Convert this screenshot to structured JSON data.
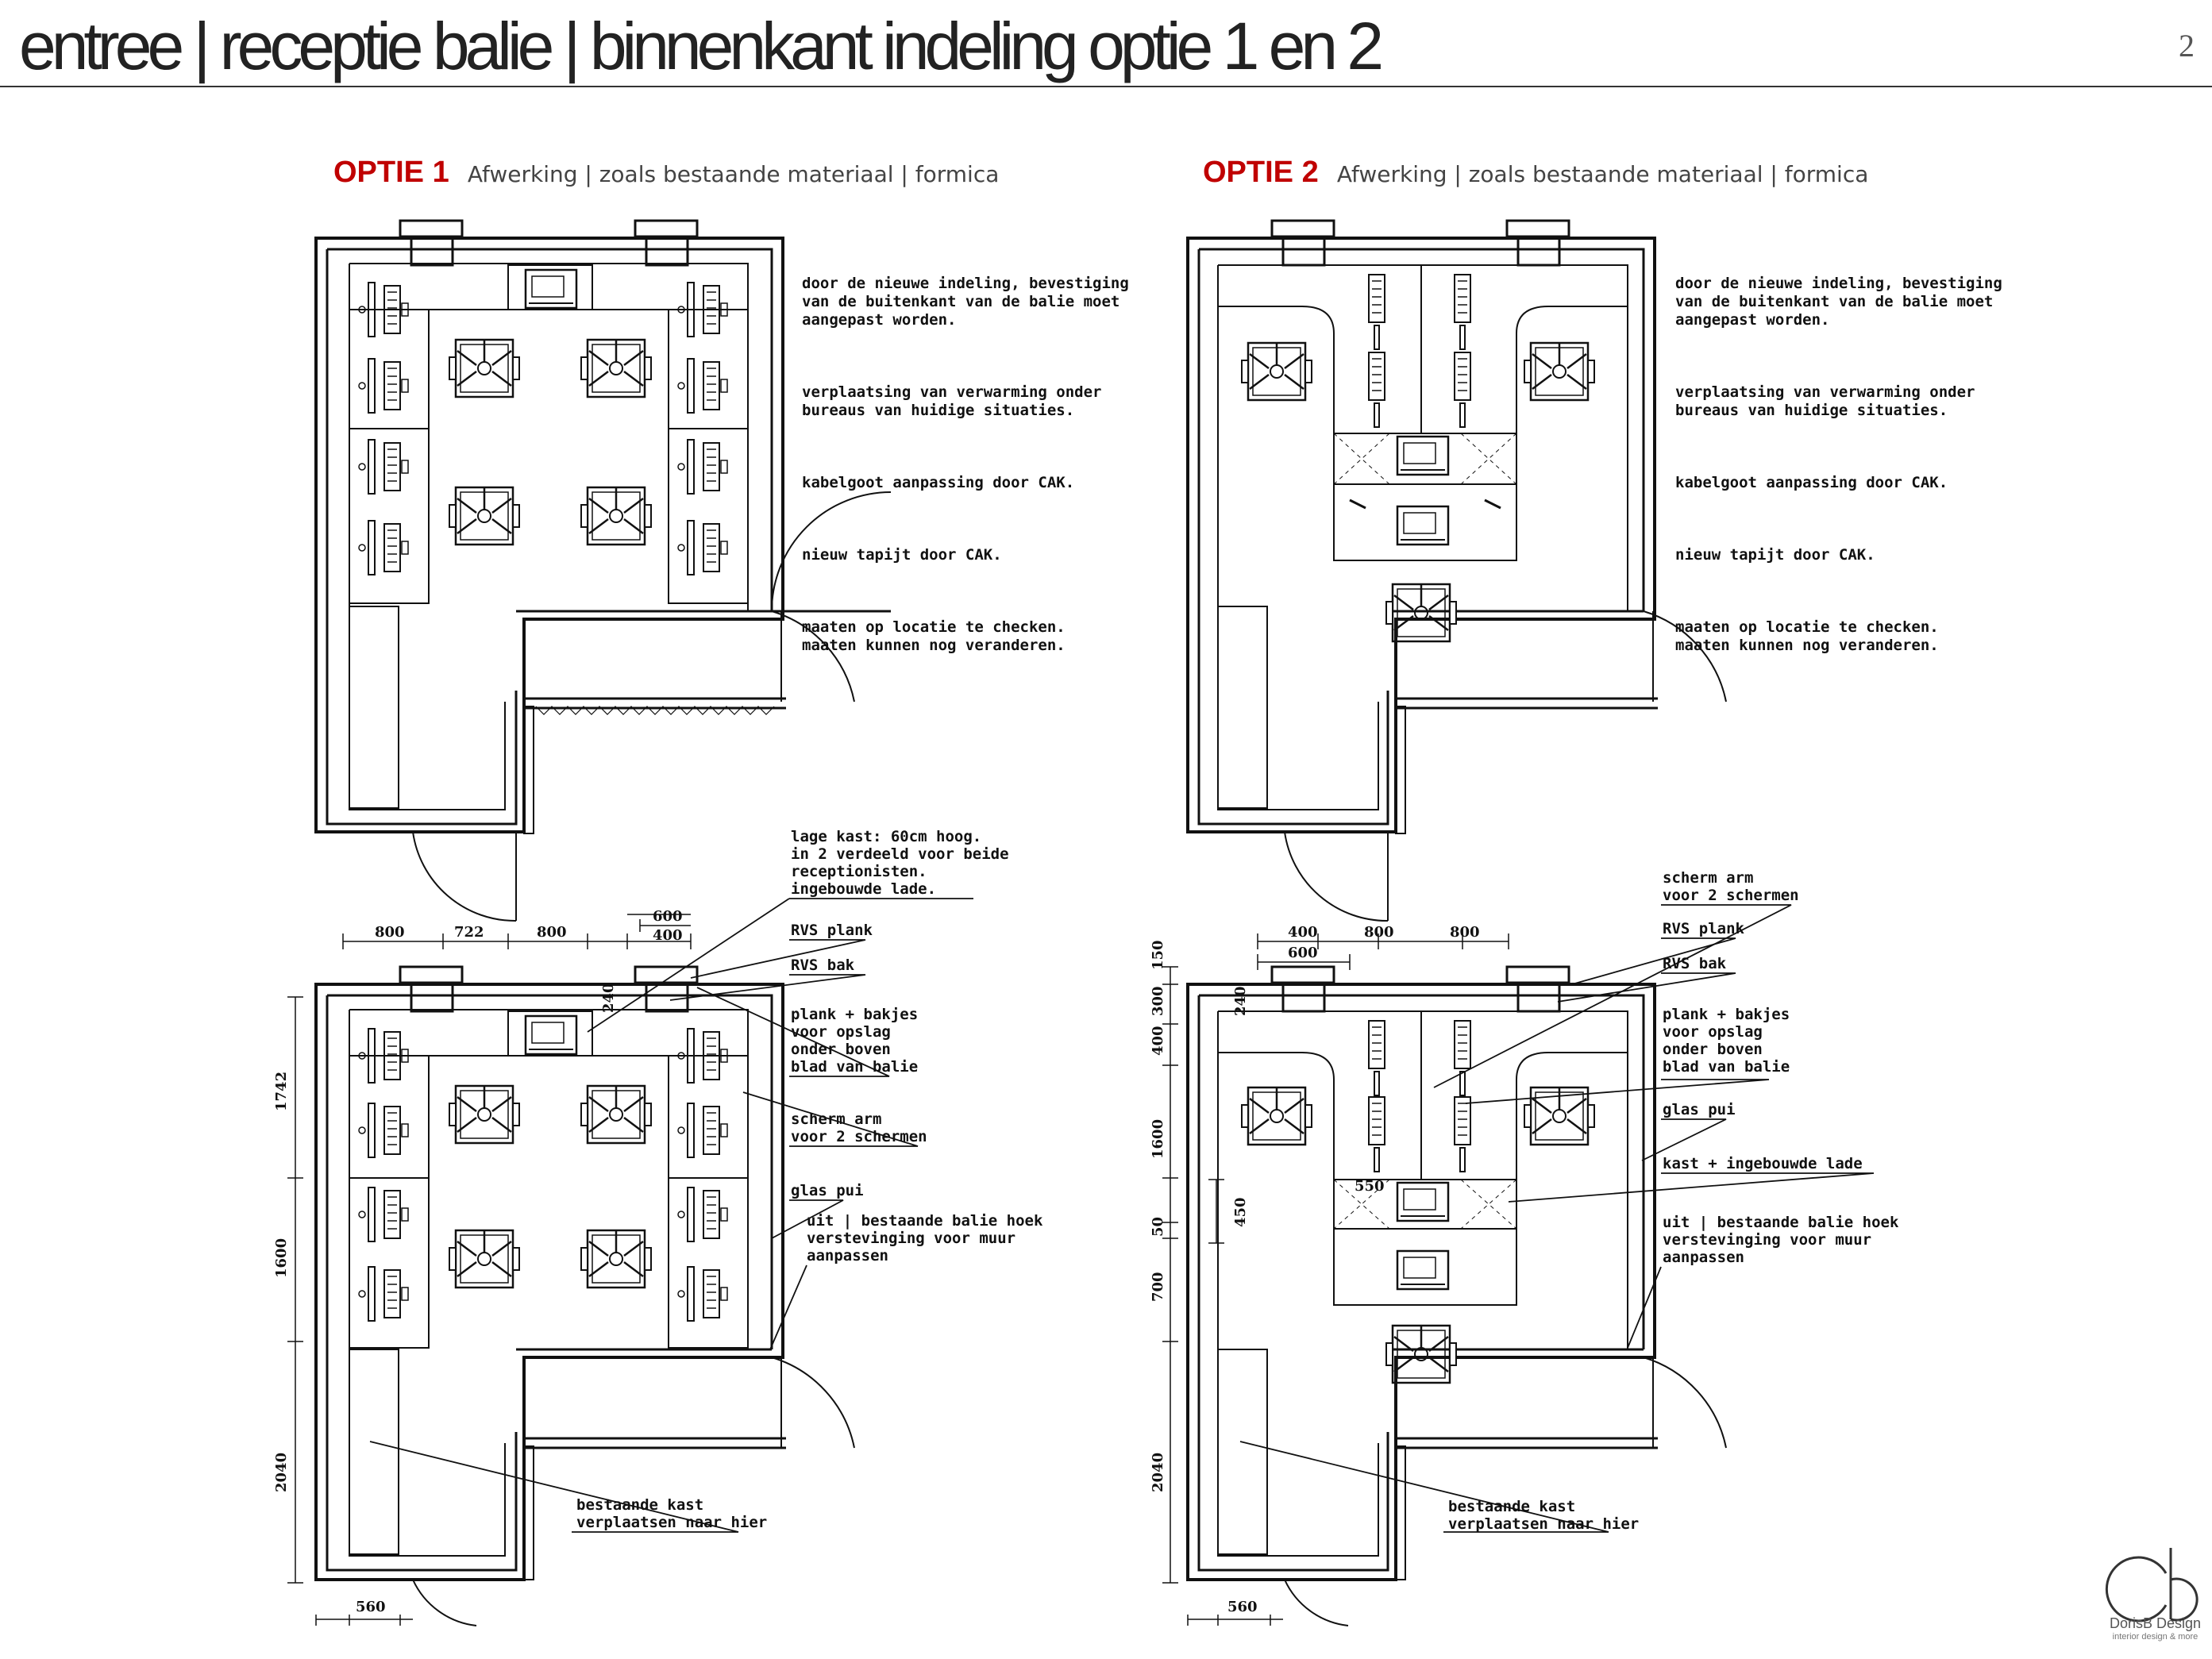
{
  "header": {
    "title": "entree | receptie balie | binnenkant indeling optie 1 en 2",
    "page_number": "2"
  },
  "options": [
    {
      "name": "OPTIE 1",
      "finish": "Afwerking | zoals bestaande materiaal | formica"
    },
    {
      "name": "OPTIE 2",
      "finish": "Afwerking | zoals bestaande materiaal | formica"
    }
  ],
  "notes": {
    "paragraphs": [
      "door de nieuwe indeling, bevestiging\nvan de buitenkant van de balie moet\naangepast worden.",
      "verplaatsing van verwarming onder\nbureaus van huidige situaties.",
      "kabelgoot aanpassing door CAK.",
      "nieuw tapijt door CAK.",
      "maaten op locatie te checken.\nmaaten kunnen nog veranderen."
    ]
  },
  "callouts_option1": {
    "lage_kast": [
      "lage kast: 60cm hoog.",
      "in 2 verdeeld voor beide",
      "receptionisten.",
      "ingebouwde lade."
    ],
    "rvs_plank": "RVS plank",
    "rvs_bak": "RVS bak",
    "plank_bakjes": [
      "plank + bakjes",
      "voor opslag",
      "onder boven",
      "blad van balie"
    ],
    "scherm_arm": [
      "scherm arm",
      "voor 2 schermen"
    ],
    "glas_pui": "glas pui",
    "uit_balie": [
      "uit | bestaande balie hoek",
      "verstevinging voor muur",
      "aanpassen"
    ],
    "bestaande_kast": [
      "bestaande kast",
      "verplaatsen naar hier"
    ]
  },
  "callouts_option2": {
    "scherm_arm": [
      "scherm arm",
      "voor 2 schermen"
    ],
    "rvs_plank": "RVS plank",
    "rvs_bak": "RVS bak",
    "plank_bakjes": [
      "plank + bakjes",
      "voor opslag",
      "onder boven",
      "blad van balie"
    ],
    "glas_pui": "glas pui",
    "kast_lade": "kast + ingebouwde lade",
    "uit_balie": [
      "uit | bestaande balie hoek",
      "verstevinging voor muur",
      "aanpassen"
    ],
    "bestaande_kast": [
      "bestaande kast",
      "verplaatsen naar hier"
    ]
  },
  "dimensions_option1": {
    "top": [
      "800",
      "722",
      "800",
      "600",
      "400"
    ],
    "left": [
      "1742",
      "1600",
      "2040"
    ],
    "small": [
      "240"
    ],
    "bottom": "560"
  },
  "dimensions_option2": {
    "top": [
      "400",
      "600",
      "800",
      "800"
    ],
    "left": [
      "150",
      "300",
      "400",
      "1600",
      "50",
      "700",
      "2040"
    ],
    "small": [
      "240",
      "550",
      "450"
    ],
    "bottom": "560"
  },
  "logo": {
    "name": "DorisB Design",
    "tagline": "interior design & more"
  }
}
